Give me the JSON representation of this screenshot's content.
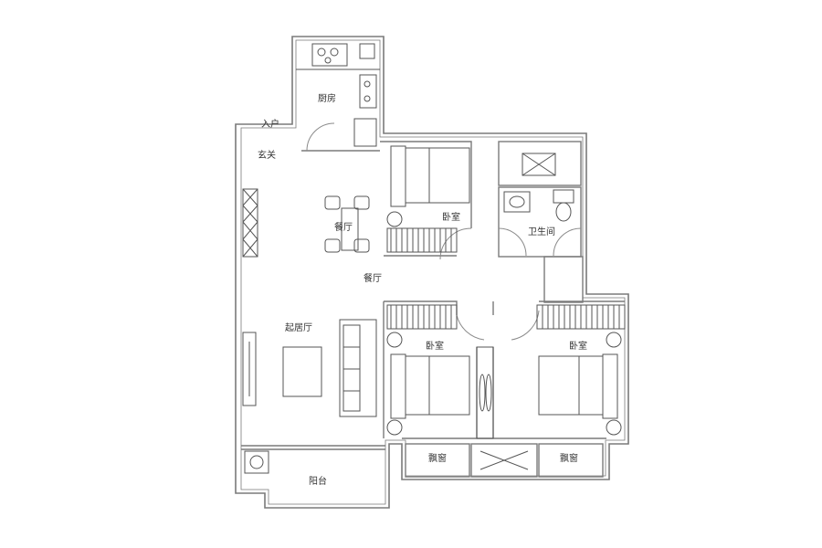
{
  "rooms": {
    "kitchen": "厨房",
    "entry": "入户",
    "foyer": "玄关",
    "dining": "餐厅",
    "dining_corridor": "餐厅",
    "living": "起居厅",
    "balcony": "阳台",
    "bedroom_master": "卧室",
    "bedroom_south_left": "卧室",
    "bedroom_south_right": "卧室",
    "bathroom": "卫生间",
    "bay_window_left": "飘窗",
    "bay_window_right": "飘窗"
  },
  "style": {
    "wall_color": "#7a7a7a",
    "furniture_color": "#555555",
    "background": "#ffffff"
  }
}
